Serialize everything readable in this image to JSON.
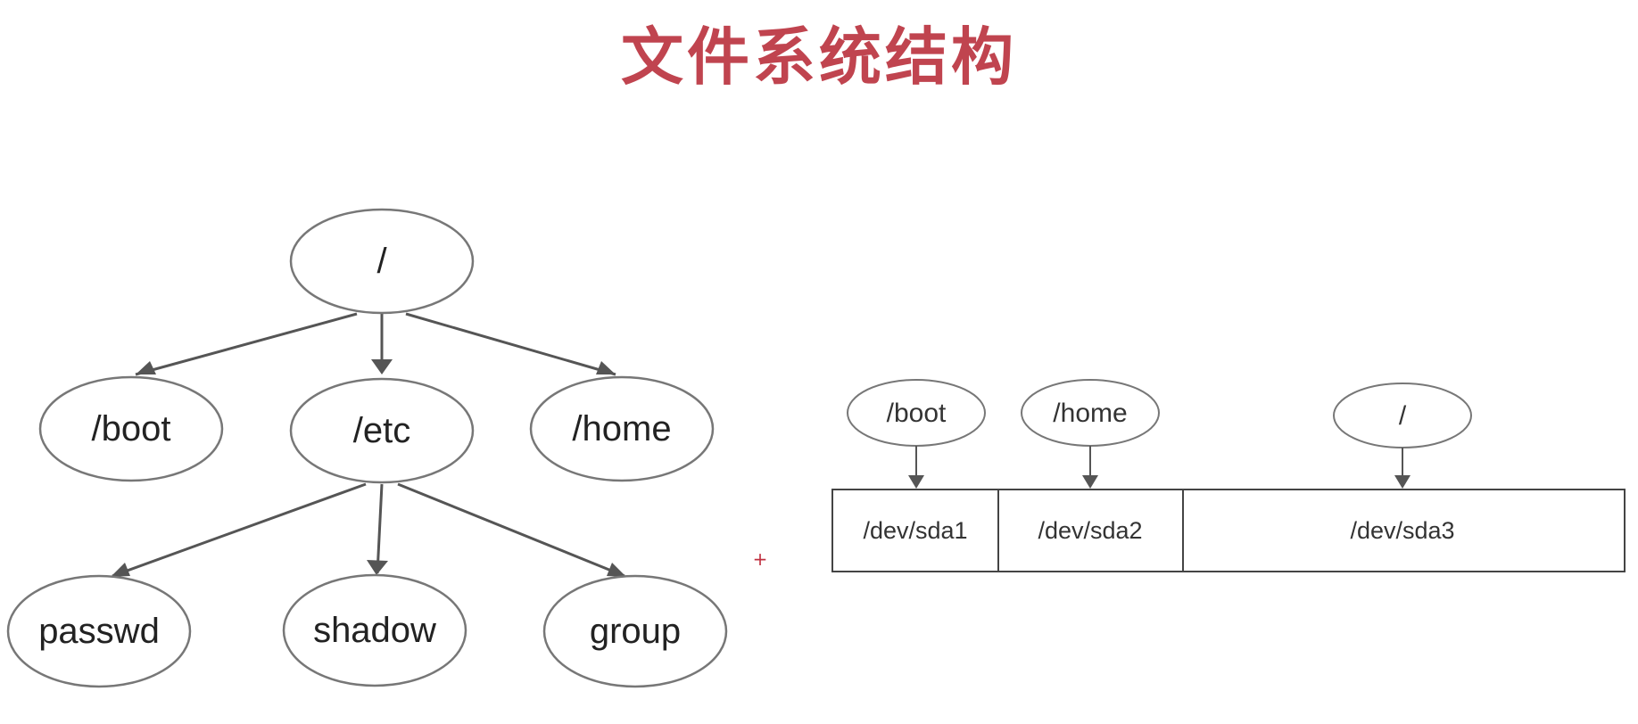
{
  "title": "文件系统结构",
  "tree": {
    "root": "/",
    "children": [
      {
        "label": "/boot"
      },
      {
        "label": "/etc",
        "children": [
          {
            "label": "passwd"
          },
          {
            "label": "shadow"
          },
          {
            "label": "group"
          }
        ]
      },
      {
        "label": "/home"
      }
    ]
  },
  "mounts": [
    {
      "mount_point": "/boot",
      "device": "/dev/sda1"
    },
    {
      "mount_point": "/home",
      "device": "/dev/sda2"
    },
    {
      "mount_point": "/",
      "device": "/dev/sda3"
    }
  ],
  "plus_mark": "+",
  "colors": {
    "title": "#c0444f",
    "plus_mark": "#c03040"
  }
}
